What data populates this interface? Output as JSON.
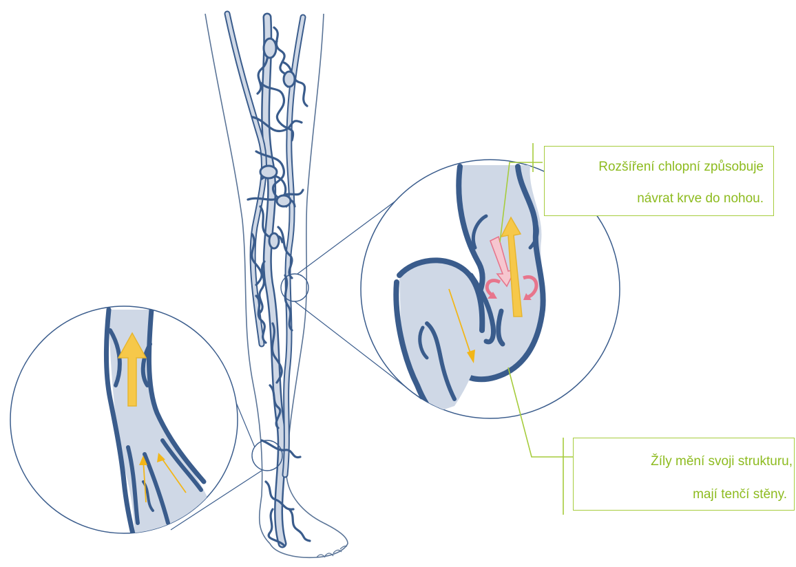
{
  "diagram": {
    "colors": {
      "vein_stroke": "#3a5c8c",
      "vein_fill": "#cfd8e6",
      "leg_outline": "#5a7497",
      "flow_arrow": "#f6c84a",
      "backflow_arrow": "#e7758c",
      "callout": "#a6cc3c",
      "callout_text": "#8dbb1f"
    },
    "callouts": {
      "top": {
        "line1": "Rozšíření chlopní způsobuje",
        "line2": "návrat krve do nohou."
      },
      "bottom": {
        "line1": "Žíly mění svoji strukturu,",
        "line2": "mají tenčí stěny."
      }
    }
  }
}
